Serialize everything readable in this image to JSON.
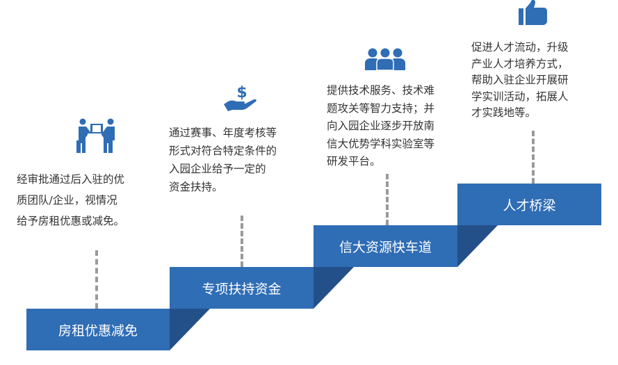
{
  "colors": {
    "bar": "#2f6db5",
    "shadow": "#24508a",
    "icon": "#2f6db5",
    "dash": "#9a9a9a"
  },
  "steps": [
    {
      "title": "房租优惠减免",
      "icon": "movers-carrying-box-icon",
      "lines": [
        "经审批通过后入驻的优",
        "质团队/企业，视情况",
        "给予房租优惠或减免。"
      ]
    },
    {
      "title": "专项扶持资金",
      "icon": "hand-dollar-icon",
      "lines": [
        "通过赛事、年度考核等",
        "形式对符合特定条件的",
        "入园企业给予一定的",
        "资金扶持。"
      ]
    },
    {
      "title": "信大资源快车道",
      "icon": "team-icon",
      "lines": [
        "提供技术服务、技术难",
        "题攻关等智力支持；并",
        "向入园企业逐步开放南",
        "信大优势学科实验室等",
        "研发平台。"
      ]
    },
    {
      "title": "人才桥梁",
      "icon": "thumbs-up-icon",
      "lines": [
        "促进人才流动，升级",
        "产业人才培养方式，",
        "帮助入驻企业开展研",
        "学实训活动，拓展人",
        "才实践地等。"
      ]
    }
  ]
}
